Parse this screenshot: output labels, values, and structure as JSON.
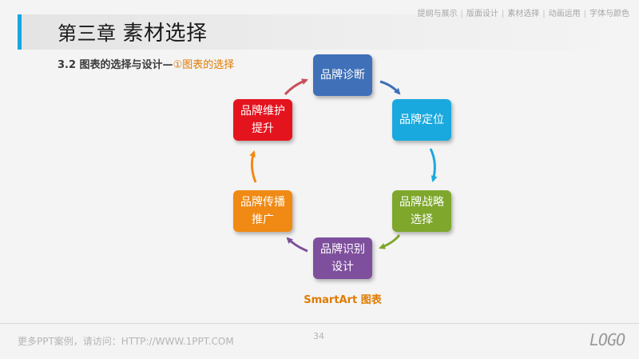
{
  "header": {
    "chapter": "第三章",
    "title": "素材选择",
    "nav": [
      "提纲与展示",
      "版面设计",
      "素材选择",
      "动画运用",
      "字体与颜色"
    ]
  },
  "subtitle": {
    "main": "3.2 图表的选择与设计—",
    "highlight": "①图表的选择"
  },
  "diagram": {
    "nodes": [
      {
        "label": "品牌诊断",
        "color": "#3f70b8"
      },
      {
        "label": "品牌定位",
        "color": "#1aa9de"
      },
      {
        "label": "品牌战略选择",
        "color": "#7ea72c"
      },
      {
        "label": "品牌识别设计",
        "color": "#7d4f9c"
      },
      {
        "label": "品牌传播推广",
        "color": "#f08a14"
      },
      {
        "label": "品牌维护提升",
        "color": "#e4141f"
      }
    ],
    "caption": "SmartArt 图表"
  },
  "footer": {
    "text": "更多PPT案例，请访问：HTTP://WWW.1PPT.COM",
    "page": "34",
    "logo": "LOGO"
  }
}
